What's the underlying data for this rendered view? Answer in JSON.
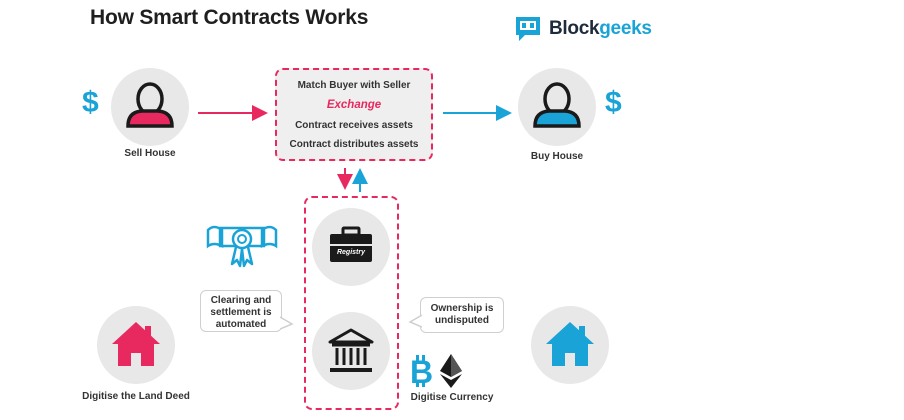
{
  "title": "How Smart Contracts Works",
  "brand": {
    "name_dark": "Block",
    "name_accent": "geeks",
    "icon": "blockgeeks-logo-icon"
  },
  "nodes": {
    "seller": {
      "label": "Sell House",
      "icon": "person-icon",
      "currency_symbol": "$"
    },
    "buyer": {
      "label": "Buy House",
      "icon": "person-icon",
      "currency_symbol": "$"
    },
    "registry": {
      "label": "Registry",
      "icon": "briefcase-icon"
    },
    "bank": {
      "icon": "bank-building-icon"
    },
    "land_deed": {
      "label": "Digitise the Land Deed",
      "icon": "house-icon"
    },
    "currency": {
      "label": "Digitise Currency",
      "icons": [
        "bitcoin-icon",
        "ethereum-icon"
      ]
    },
    "buyer_house": {
      "icon": "house-icon"
    },
    "certificate": {
      "icon": "certificate-ribbon-icon"
    }
  },
  "contract_box": {
    "lines": [
      "Match Buyer with Seller",
      "Exchange",
      "Contract receives assets",
      "Contract distributes assets"
    ]
  },
  "bubbles": {
    "clearing": "Clearing and settlement is automated",
    "ownership": "Ownership is undisputed"
  },
  "colors": {
    "pink": "#e8295f",
    "blue": "#1aa3d6",
    "dark": "#1e2b3a",
    "circle": "#e8e8e8"
  }
}
